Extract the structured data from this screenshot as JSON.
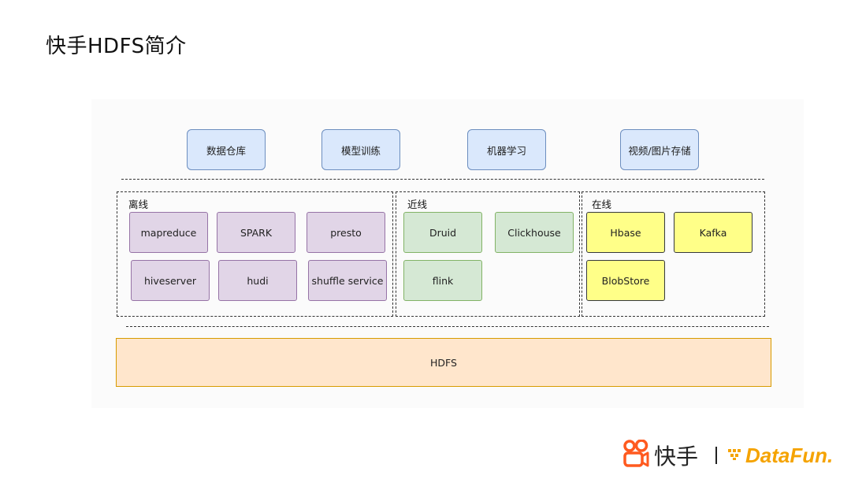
{
  "page": {
    "title": "快手HDFS简介"
  },
  "applications": [
    {
      "label": "数据仓库"
    },
    {
      "label": "模型训练"
    },
    {
      "label": "机器学习"
    },
    {
      "label": "视频/图片存储"
    }
  ],
  "groups": {
    "offline": {
      "label": "离线",
      "items": [
        "mapreduce",
        "SPARK",
        "presto",
        "hiveserver",
        "hudi",
        "shuffle service"
      ]
    },
    "nearline": {
      "label": "近线",
      "items": [
        "Druid",
        "Clickhouse",
        "flink"
      ]
    },
    "online": {
      "label": "在线",
      "items": [
        "Hbase",
        "Kafka",
        "BlobStore"
      ]
    }
  },
  "storage": {
    "label": "HDFS"
  },
  "footer": {
    "brand_kuaishou": "快手",
    "brand_datafun": "DataFun."
  },
  "colors": {
    "app_fill": "#dae8fc",
    "app_border": "#6c8ebf",
    "offline_fill": "#e1d5e7",
    "offline_border": "#9673a6",
    "nearline_fill": "#d5e8d4",
    "nearline_border": "#82b366",
    "online_fill": "#ffff88",
    "hdfs_fill": "#ffe6cc",
    "hdfs_border": "#d79b00",
    "kuaishou_logo": "#ff5a1f",
    "datafun_logo": "#f5a300"
  }
}
